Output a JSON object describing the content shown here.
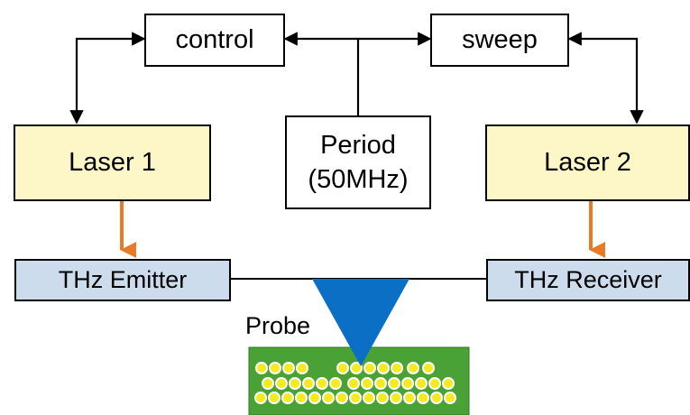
{
  "diagram": {
    "control": "control",
    "sweep": "sweep",
    "period": "Period\n(50MHz)",
    "laser1": "Laser 1",
    "laser2": "Laser 2",
    "emitter": "THz Emitter",
    "receiver": "THz Receiver",
    "probe": "Probe"
  },
  "colors": {
    "laser_fill": "#fdf6c6",
    "thz_fill": "#cddcec",
    "orange_arrow": "#e97a26",
    "probe_blue": "#0b6fc5",
    "sample_green": "#4aa236",
    "sample_dots": "#f3ea20"
  }
}
